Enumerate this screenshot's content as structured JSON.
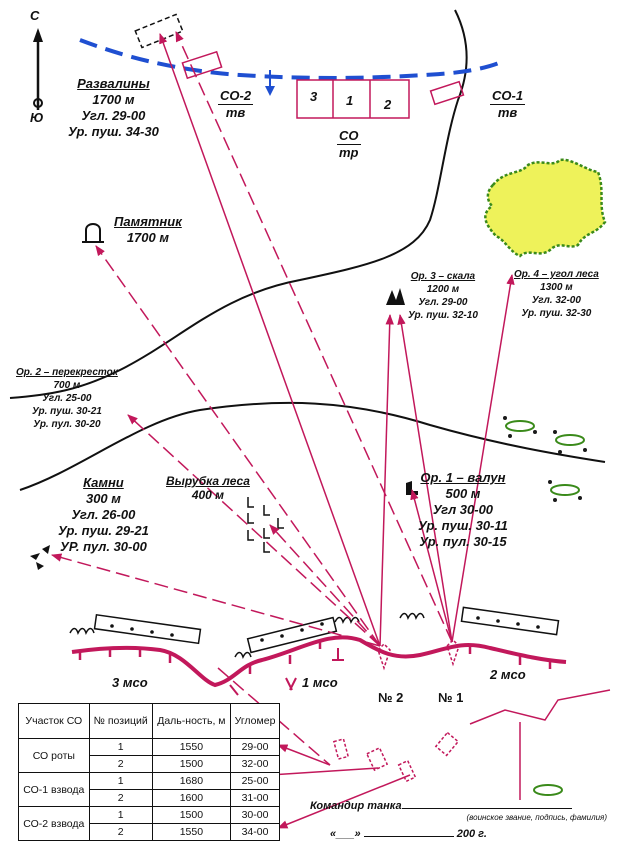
{
  "compass": {
    "north": "С",
    "south": "Ю"
  },
  "landmarks": {
    "ruins": {
      "name": "Развалины",
      "range": "1700 м",
      "angle": "Угл. 29-00",
      "gun": "Ур. пуш. 34-30"
    },
    "monument": {
      "name": "Памятник",
      "range": "1700 м"
    },
    "or1": {
      "name": "Ор. 1 – валун",
      "range": "500 м",
      "angle": "Угл 30-00",
      "gun": "Ур. пуш. 30-11",
      "mg": "Ур. пул. 30-15"
    },
    "or2": {
      "name": "Ор. 2 – перекресток",
      "range": "700 м",
      "angle": "Угл. 25-00",
      "gun": "Ур. пуш. 30-21",
      "mg": "Ур. пул. 30-20"
    },
    "or3": {
      "name": "Ор. 3 – скала",
      "range": "1200 м",
      "angle": "Угл. 29-00",
      "gun": "Ур. пуш. 32-10"
    },
    "or4": {
      "name": "Ор. 4 – угол леса",
      "range": "1300 м",
      "angle": "Угл. 32-00",
      "gun": "Ур. пуш. 32-30"
    },
    "stones": {
      "name": "Камни",
      "range": "300 м",
      "angle": "Угл. 26-00",
      "gun": "Ур. пуш. 29-21",
      "mg": "УР. пул. 30-00"
    },
    "clearing": {
      "name": "Вырубка леса",
      "range": "400 м"
    }
  },
  "enemy": {
    "co": {
      "top": "СО",
      "bottom": "тр"
    },
    "co1": {
      "top": "СО-1",
      "bottom": "тв"
    },
    "co2": {
      "top": "СО-2",
      "bottom": "тв"
    },
    "cells": [
      "3",
      "1",
      "2"
    ]
  },
  "units": {
    "mco3": "3 мсо",
    "mco1": "1 мсо",
    "mco2": "2 мсо",
    "pos2": "№ 2",
    "pos1": "№ 1"
  },
  "table": {
    "headers": [
      "Участок СО",
      "№ позиций",
      "Даль-ность, м",
      "Угломер"
    ],
    "rows": [
      {
        "area": "СО роты",
        "pos": "1",
        "dist": "1550",
        "angle": "29-00"
      },
      {
        "area": "",
        "pos": "2",
        "dist": "1500",
        "angle": "32-00"
      },
      {
        "area": "СО-1 взвода",
        "pos": "1",
        "dist": "1680",
        "angle": "25-00"
      },
      {
        "area": "",
        "pos": "2",
        "dist": "1600",
        "angle": "31-00"
      },
      {
        "area": "СО-2 взвода",
        "pos": "1",
        "dist": "1500",
        "angle": "30-00"
      },
      {
        "area": "",
        "pos": "2",
        "dist": "1550",
        "angle": "34-00"
      }
    ]
  },
  "signature": {
    "label": "Командир танка",
    "hint": "(воинское звание, подпись, фамилия)",
    "date_prefix": "«___»",
    "year": "200",
    "year_suffix": "г."
  },
  "colors": {
    "line_red": "#c2185b",
    "forest_green": "#3a8a1a",
    "forest_fill": "#e8f04a",
    "enemy_blue": "#1f4fd1",
    "ink": "#111111"
  }
}
